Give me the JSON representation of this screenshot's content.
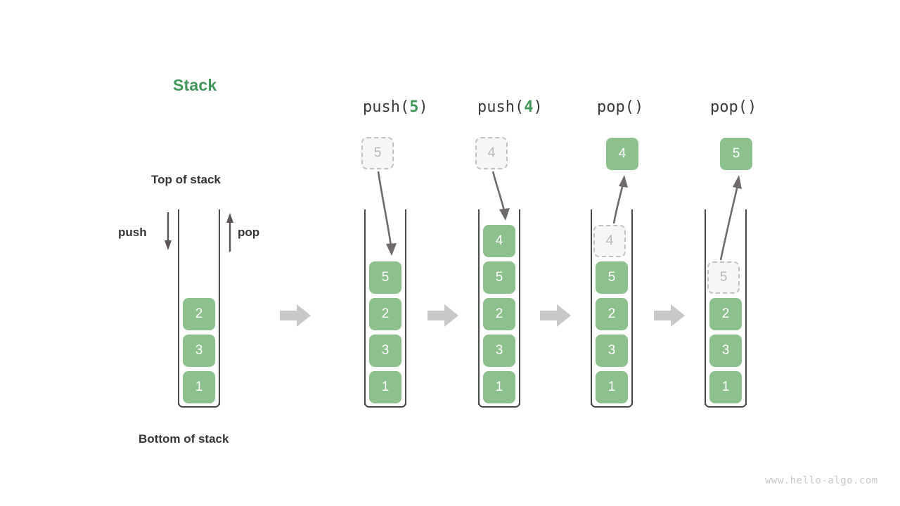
{
  "diagram": {
    "title": "Stack",
    "title_color": "#41975a",
    "cell_color": "#8cc08d",
    "ghost_color": "#f6f6f6",
    "labels": {
      "top_of_stack": "Top of stack",
      "bottom_of_stack": "Bottom of stack",
      "push": "push",
      "pop": "pop"
    },
    "watermark": "www.hello-algo.com"
  },
  "columns": [
    {
      "id": "initial",
      "header_prefix": "",
      "header_arg": "",
      "header_suffix": "",
      "incoming": null,
      "cells": [
        {
          "value": "2",
          "state": "filled"
        },
        {
          "value": "3",
          "state": "filled"
        },
        {
          "value": "1",
          "state": "filled"
        }
      ]
    },
    {
      "id": "push-5",
      "header_prefix": "push(",
      "header_arg": "5",
      "header_suffix": ")",
      "incoming": {
        "value": "5",
        "state": "ghost",
        "direction": "down"
      },
      "cells": [
        {
          "value": "5",
          "state": "filled"
        },
        {
          "value": "2",
          "state": "filled"
        },
        {
          "value": "3",
          "state": "filled"
        },
        {
          "value": "1",
          "state": "filled"
        }
      ]
    },
    {
      "id": "push-4",
      "header_prefix": "push(",
      "header_arg": "4",
      "header_suffix": ")",
      "incoming": {
        "value": "4",
        "state": "ghost",
        "direction": "down"
      },
      "cells": [
        {
          "value": "4",
          "state": "filled"
        },
        {
          "value": "5",
          "state": "filled"
        },
        {
          "value": "2",
          "state": "filled"
        },
        {
          "value": "3",
          "state": "filled"
        },
        {
          "value": "1",
          "state": "filled"
        }
      ]
    },
    {
      "id": "pop-1",
      "header_prefix": "pop(",
      "header_arg": "",
      "header_suffix": ")",
      "outgoing": {
        "value": "4",
        "state": "filled",
        "direction": "up"
      },
      "cells": [
        {
          "value": "4",
          "state": "ghost"
        },
        {
          "value": "5",
          "state": "filled"
        },
        {
          "value": "2",
          "state": "filled"
        },
        {
          "value": "3",
          "state": "filled"
        },
        {
          "value": "1",
          "state": "filled"
        }
      ]
    },
    {
      "id": "pop-2",
      "header_prefix": "pop(",
      "header_arg": "",
      "header_suffix": ")",
      "outgoing": {
        "value": "5",
        "state": "filled",
        "direction": "up"
      },
      "cells": [
        {
          "value": "5",
          "state": "ghost"
        },
        {
          "value": "2",
          "state": "filled"
        },
        {
          "value": "3",
          "state": "filled"
        },
        {
          "value": "1",
          "state": "filled"
        }
      ]
    }
  ]
}
